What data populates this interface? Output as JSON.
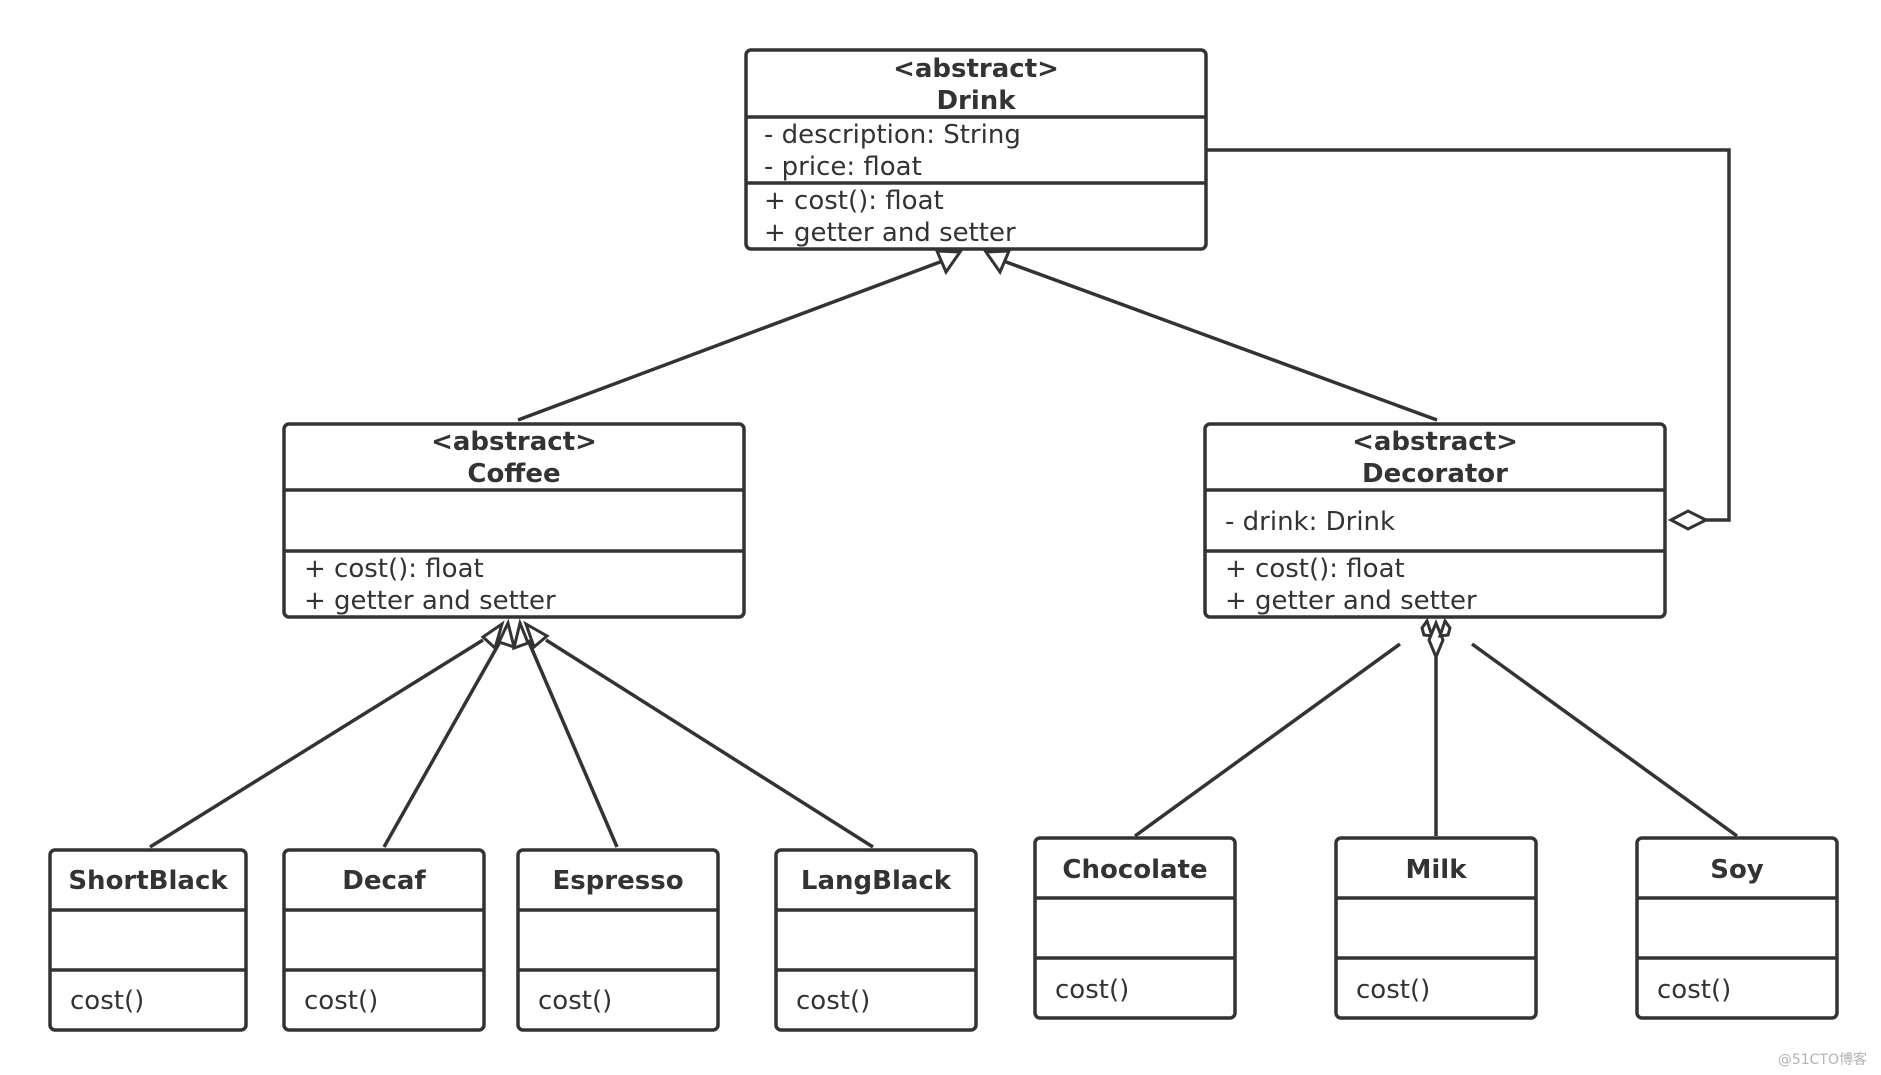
{
  "drink": {
    "stereotype": "<abstract>",
    "name": "Drink",
    "attributes": [
      "- description: String",
      "- price: float"
    ],
    "methods": [
      "+ cost(): float",
      "+ getter and setter"
    ]
  },
  "coffee": {
    "stereotype": "<abstract>",
    "name": "Coffee",
    "methods": [
      "+ cost(): float",
      "+ getter and setter"
    ]
  },
  "decorator": {
    "stereotype": "<abstract>",
    "name": "Decorator",
    "attributes": [
      "- drink: Drink"
    ],
    "methods": [
      "+ cost(): float",
      "+ getter and setter"
    ]
  },
  "shortblack": {
    "name": "ShortBlack",
    "methods": [
      "cost()"
    ]
  },
  "decaf": {
    "name": "Decaf",
    "methods": [
      "cost()"
    ]
  },
  "espresso": {
    "name": "Espresso",
    "methods": [
      "cost()"
    ]
  },
  "langblack": {
    "name": "LangBlack",
    "methods": [
      "cost()"
    ]
  },
  "chocolate": {
    "name": "Chocolate",
    "methods": [
      "cost()"
    ]
  },
  "milk": {
    "name": "Milk",
    "methods": [
      "cost()"
    ]
  },
  "soy": {
    "name": "Soy",
    "methods": [
      "cost()"
    ]
  },
  "watermark": "@51CTO博客"
}
